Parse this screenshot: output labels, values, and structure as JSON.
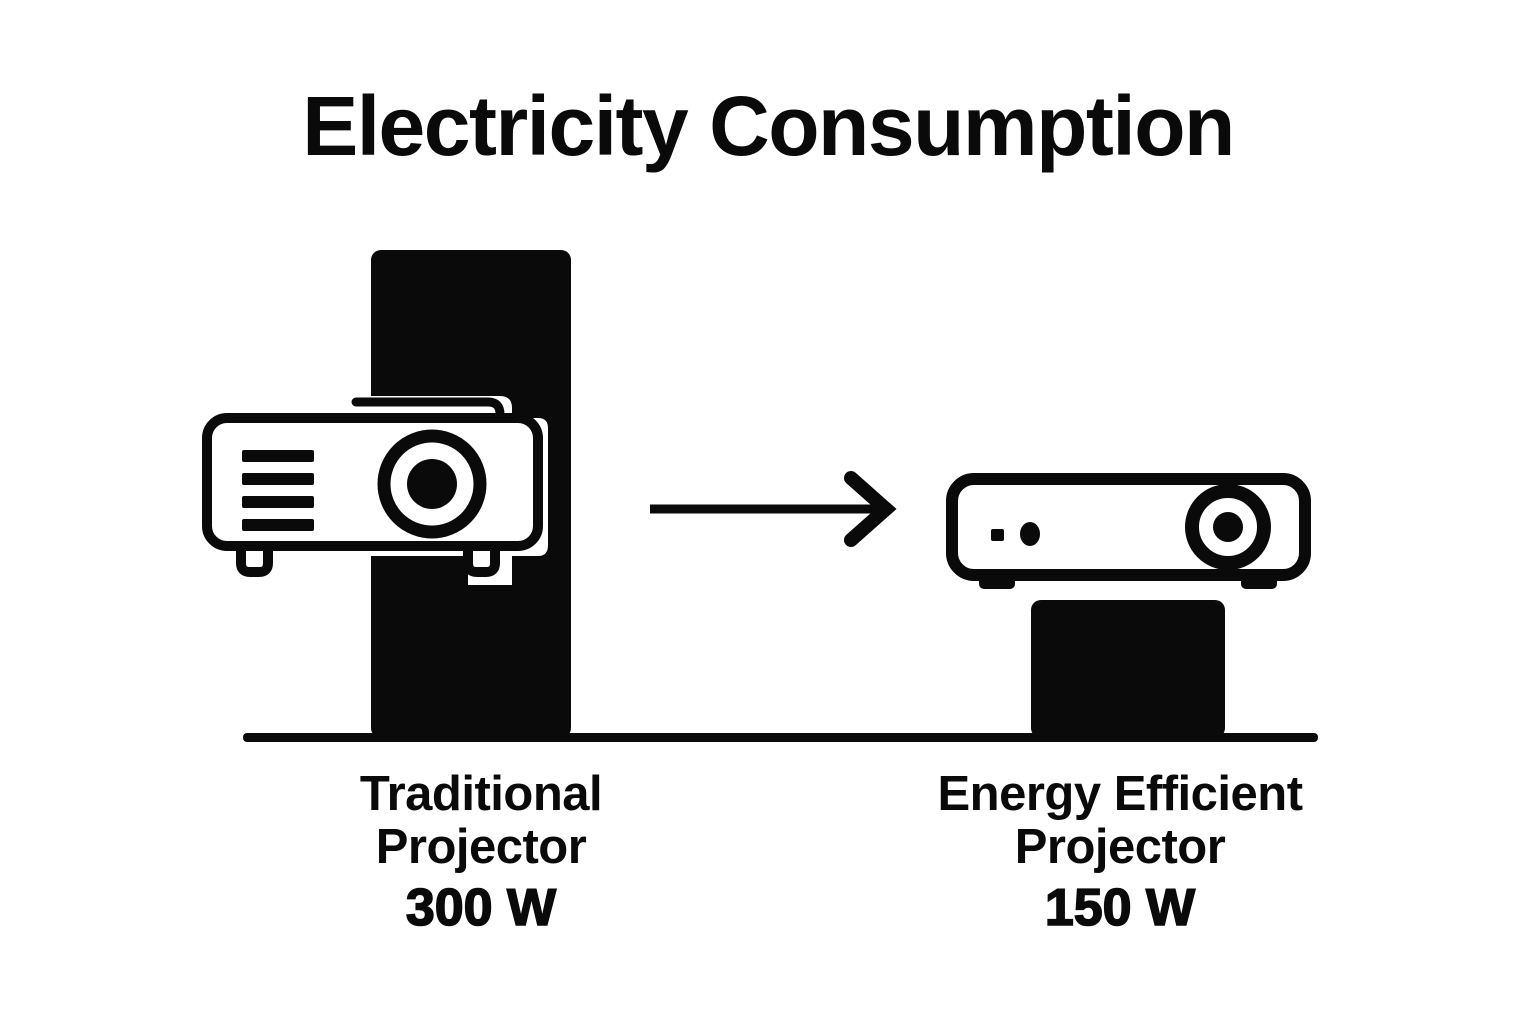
{
  "chart_data": {
    "type": "bar",
    "title": "Electricity Consumption",
    "categories": [
      "Traditional Projector",
      "Energy Efficient Projector"
    ],
    "values": [
      300,
      150
    ],
    "value_labels": [
      "300 W",
      "150 W"
    ],
    "unit": "W",
    "xlabel": "",
    "ylabel": "",
    "ylim": [
      0,
      300
    ],
    "grid": false,
    "legend": false,
    "orientation": "vertical",
    "bar_color": "#0a0a0a",
    "background_color": "#ffffff",
    "baseline": true,
    "annotations": [
      {
        "type": "arrow",
        "direction": "right",
        "from": "Traditional Projector",
        "to": "Energy Efficient Projector"
      }
    ],
    "series": [
      {
        "name": "Electricity Consumption",
        "values": [
          300,
          150
        ]
      }
    ]
  },
  "title": {
    "text": "Electricity Consumption"
  },
  "colors": {
    "ink": "#0a0a0a",
    "background": "#ffffff"
  },
  "bars": {
    "left": {
      "name_line1": "Traditional",
      "name_line2": "Projector",
      "value": "300 W"
    },
    "right": {
      "name_line1": "Energy Efficient",
      "name_line2": "Projector",
      "value": "150 W"
    }
  },
  "icons": {
    "left_projector": "traditional-projector-icon",
    "right_projector": "energy-efficient-projector-icon",
    "arrow": "arrow-right-icon"
  }
}
